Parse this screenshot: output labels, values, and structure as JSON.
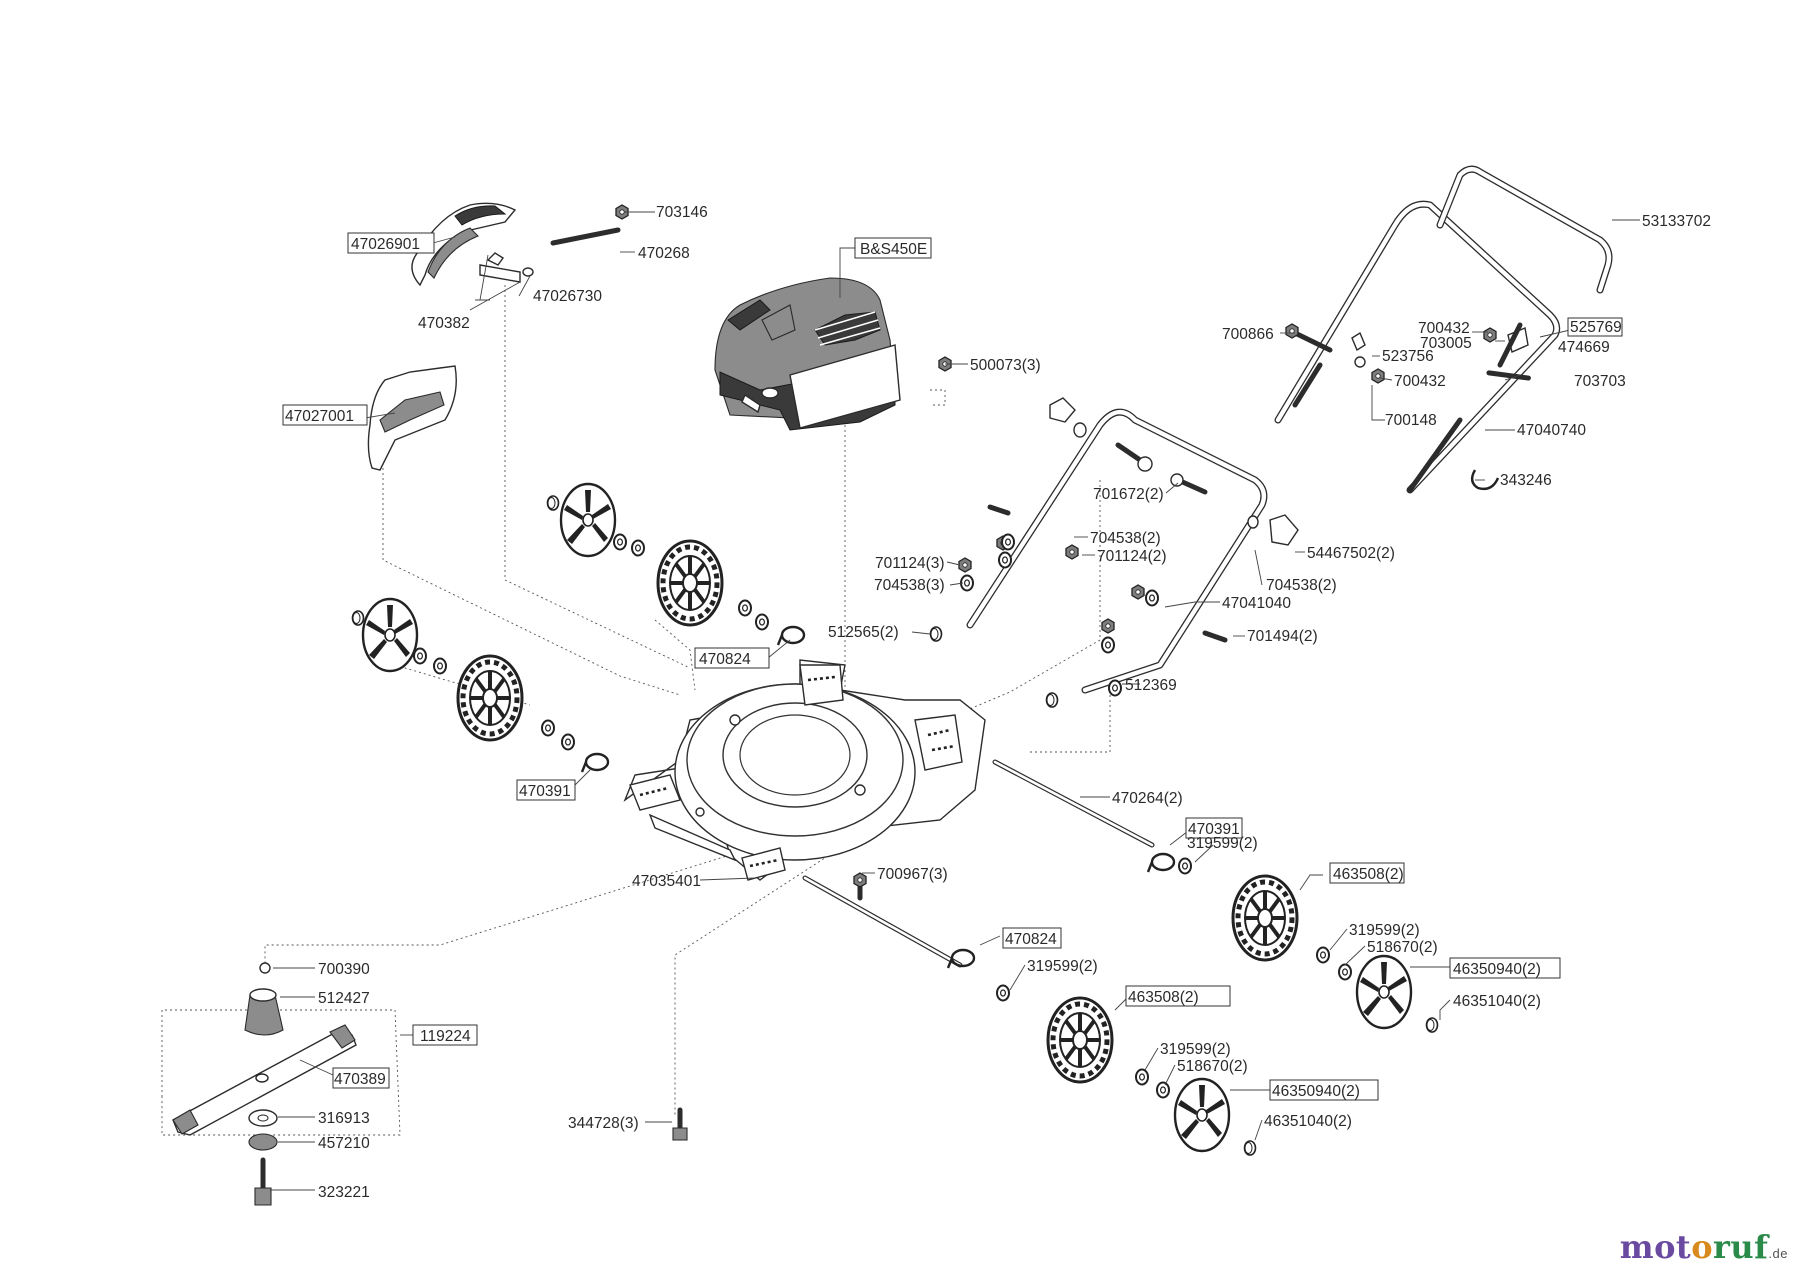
{
  "labels": {
    "p47026901": "47026901",
    "p703146": "703146",
    "p470268": "470268",
    "p470382": "470382",
    "p47026730": "47026730",
    "p47027001": "47027001",
    "pBS450E": "B&S450E",
    "p500073": "500073(3)",
    "p53133702": "53133702",
    "p700432a": "700432",
    "p525769": "525769",
    "p703005": "703005",
    "p474669": "474669",
    "p700866": "700866",
    "p523756": "523756",
    "p700432b": "700432",
    "p703703": "703703",
    "p700148": "700148",
    "p47040740": "47040740",
    "p343246": "343246",
    "p701672": "701672(2)",
    "p704538a": "704538(2)",
    "p701124a": "701124(3)",
    "p701124b": "701124(2)",
    "p704538b": "704538(3)",
    "p54467502": "54467502(2)",
    "p704538c": "704538(2)",
    "p47041040": "47041040",
    "p512565": "512565(2)",
    "p701494": "701494(2)",
    "p470824a": "470824",
    "p512369": "512369",
    "p470391a": "470391",
    "p470264": "470264(2)",
    "p470391b": "470391",
    "p319599a": "319599(2)",
    "p463508a": "463508(2)",
    "p47035401": "47035401",
    "p700967": "700967(3)",
    "p319599b": "319599(2)",
    "p518670a": "518670(2)",
    "p46350940a": "46350940(2)",
    "p46351040a": "46351040(2)",
    "p470824b": "470824",
    "p319599c": "319599(2)",
    "p463508b": "463508(2)",
    "p700390": "700390",
    "p512427": "512427",
    "p119224": "119224",
    "p470389": "470389",
    "p319599d": "319599(2)",
    "p518670b": "518670(2)",
    "p46350940b": "46350940(2)",
    "p46351040b": "46351040(2)",
    "p316913": "316913",
    "p457210": "457210",
    "p344728": "344728(3)",
    "p323221": "323221"
  },
  "watermark": {
    "m1": "mot",
    "m2": "o",
    "m3": "ruf",
    "tld": ".de"
  }
}
